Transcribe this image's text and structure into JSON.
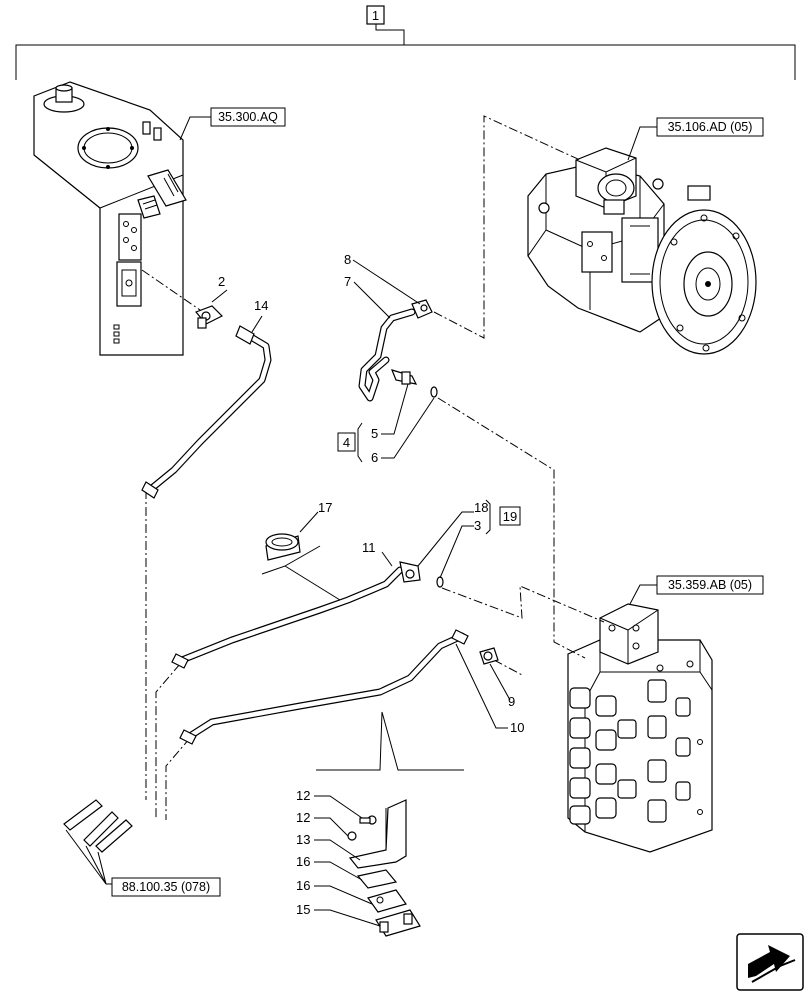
{
  "assembly": {
    "main_ref": "1",
    "group_4": "4",
    "group_19": "19"
  },
  "reference_boxes": {
    "tank": "35.300.AQ",
    "pump": "35.106.AD (05)",
    "valve": "35.359.AB (05)",
    "hoses": "88.100.35 (078)"
  },
  "callouts": {
    "c2": "2",
    "c14": "14",
    "c8": "8",
    "c7": "7",
    "c5": "5",
    "c6": "6",
    "c17": "17",
    "c11": "11",
    "c18": "18",
    "c3": "3",
    "c9": "9",
    "c10": "10",
    "c12a": "12",
    "c12b": "12",
    "c13": "13",
    "c16a": "16",
    "c16b": "16",
    "c15": "15"
  },
  "nav": {
    "icon": "next-arrow-icon"
  }
}
